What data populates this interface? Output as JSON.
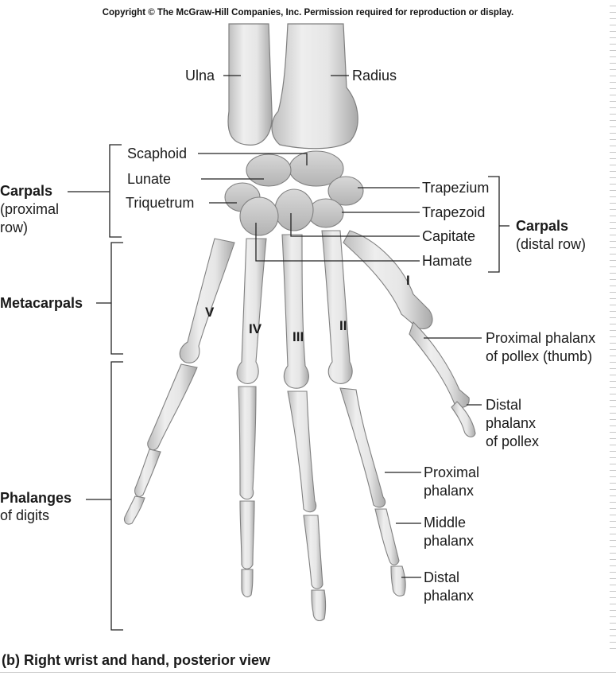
{
  "copyright": "Copyright © The McGraw-Hill Companies, Inc. Permission required for reproduction or display.",
  "caption": "(b) Right wrist and hand, posterior view",
  "forearm": {
    "ulna": "Ulna",
    "radius": "Radius"
  },
  "carpals_proximal": {
    "heading": "Carpals",
    "sub1": "(proximal",
    "sub2": "row)",
    "bones": [
      "Scaphoid",
      "Lunate",
      "Triquetrum"
    ]
  },
  "carpals_distal": {
    "heading": "Carpals",
    "sub": "(distal row)",
    "bones": [
      "Trapezium",
      "Trapezoid",
      "Capitate",
      "Hamate"
    ]
  },
  "metacarpals": "Metacarpals",
  "phalanges": {
    "heading": "Phalanges",
    "sub": "of digits"
  },
  "digit_numerals": [
    "I",
    "II",
    "III",
    "IV",
    "V"
  ],
  "pollex": {
    "proximal": [
      "Proximal phalanx",
      "of pollex (thumb)"
    ],
    "distal": [
      "Distal",
      "phalanx",
      "of pollex"
    ]
  },
  "finger_phalanges": {
    "proximal": [
      "Proximal",
      "phalanx"
    ],
    "middle": [
      "Middle",
      "phalanx"
    ],
    "distal": [
      "Distal",
      "phalanx"
    ]
  }
}
